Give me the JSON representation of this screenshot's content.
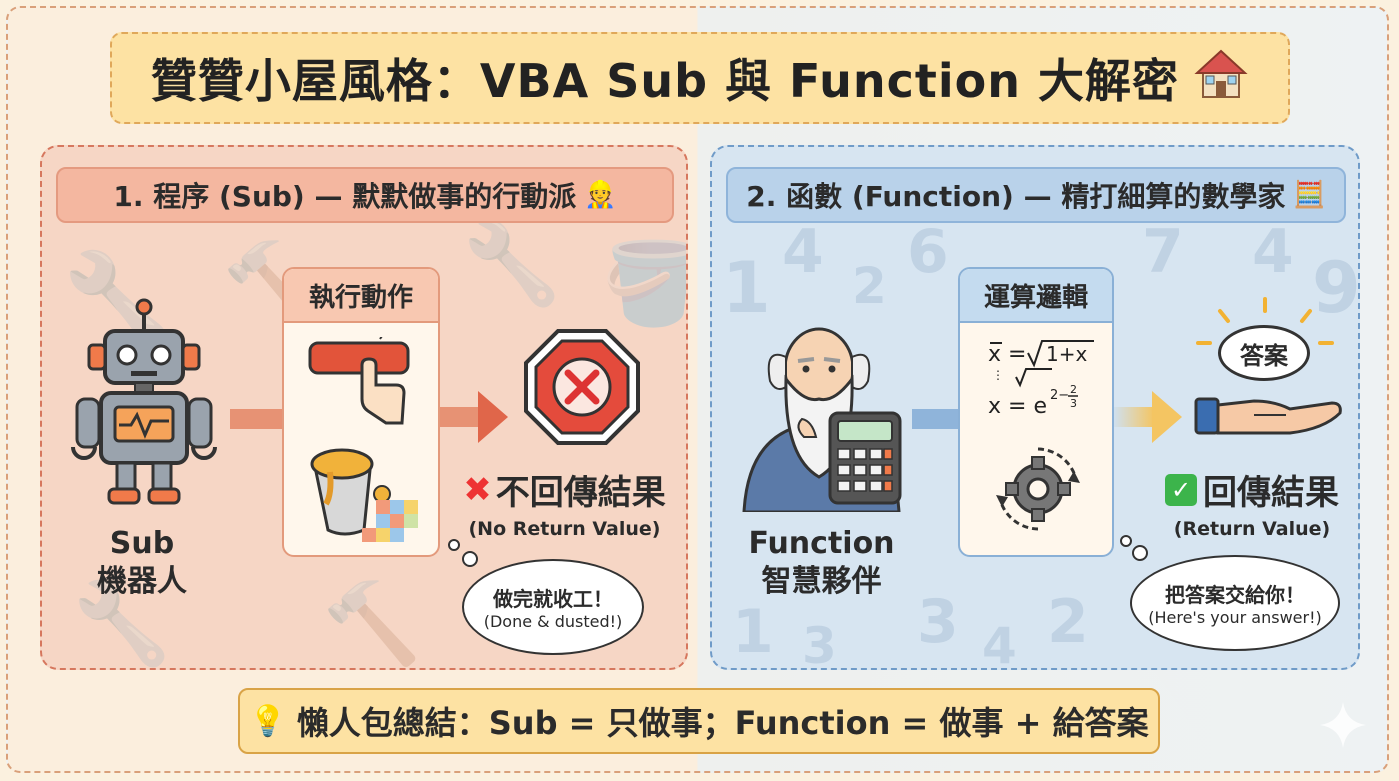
{
  "title": {
    "text": "贊贊小屋風格：VBA Sub 與 Function 大解密",
    "emoji": "🏠"
  },
  "sub_panel": {
    "heading": "1. 程序 (Sub) — 默默做事的行動派",
    "heading_emoji": "👷",
    "actor_line1": "Sub",
    "actor_line2": "機器人",
    "box_title": "執行動作",
    "result_main": "不回傳結果",
    "result_sub": "(No Return Value)",
    "bubble_main": "做完就收工！",
    "bubble_sub": "(Done & dusted!)"
  },
  "function_panel": {
    "heading": "2. 函數 (Function) — 精打細算的數學家",
    "heading_emoji": "🧮",
    "actor_line1": "Function",
    "actor_line2": "智慧夥伴",
    "box_title": "運算邏輯",
    "answer_label": "答案",
    "result_main": "回傳結果",
    "result_sub": "(Return Value)",
    "bubble_main": "把答案交給你！",
    "bubble_sub": "(Here's your answer!)"
  },
  "summary": {
    "emoji": "💡",
    "text": "懶人包總結：Sub = 只做事；Function = 做事 + 給答案"
  },
  "colors": {
    "sub_accent": "#d6775e",
    "function_accent": "#6f9bc8",
    "title_bg": "#fde2a3"
  }
}
